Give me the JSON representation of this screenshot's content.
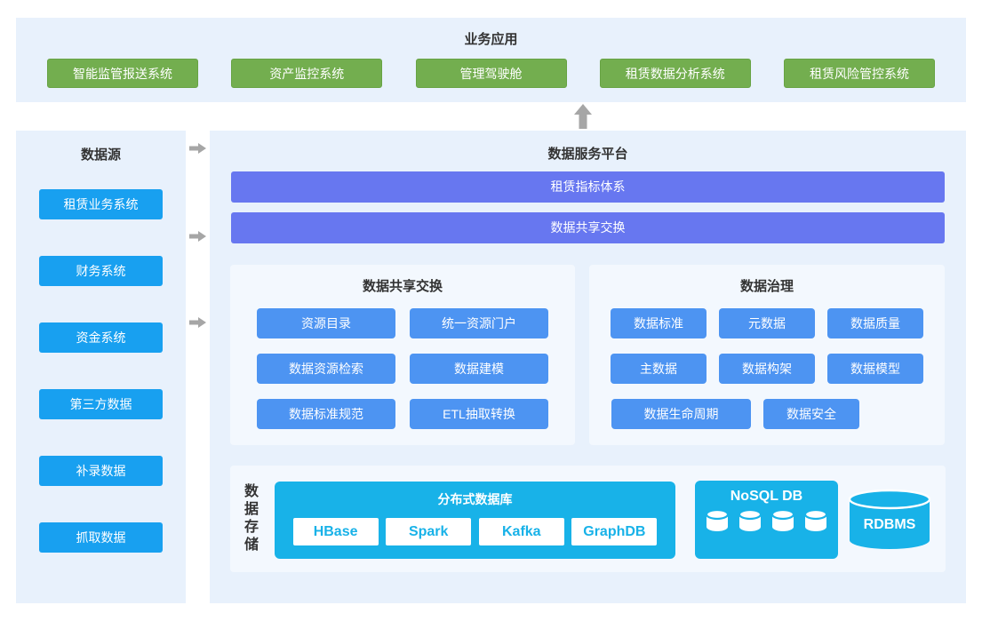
{
  "colors": {
    "panel_bg": "#e8f1fc",
    "subpanel_bg": "#f3f8fe",
    "app_green": "#73ae4f",
    "source_blue": "#18a0f0",
    "button_blue": "#4d94f2",
    "bar_purple": "#6777f0",
    "storage_cyan": "#18b2e8",
    "arrow_gray": "#a6a6a6",
    "text_dark": "#333333"
  },
  "business_apps": {
    "title": "业务应用",
    "items": [
      "智能监管报送系统",
      "资产监控系统",
      "管理驾驶舱",
      "租赁数据分析系统",
      "租赁风险管控系统"
    ]
  },
  "data_sources": {
    "title": "数据源",
    "items": [
      "租赁业务系统",
      "财务系统",
      "资金系统",
      "第三方数据",
      "补录数据",
      "抓取数据"
    ]
  },
  "platform": {
    "title": "数据服务平台",
    "bars": {
      "indicator": "租赁指标体系",
      "exchange": "数据共享交换"
    },
    "sharing": {
      "title": "数据共享交换",
      "buttons": [
        "资源目录",
        "统一资源门户",
        "数据资源检索",
        "数据建模",
        "数据标准规范",
        "ETL抽取转换"
      ]
    },
    "governance": {
      "title": "数据治理",
      "buttons": [
        "数据标准",
        "元数据",
        "数据质量",
        "主数据",
        "数据构架",
        "数据模型",
        "数据生命周期",
        "数据安全"
      ]
    },
    "storage": {
      "label": "数据存储",
      "distributed": {
        "title": "分布式数据库",
        "items": [
          "HBase",
          "Spark",
          "Kafka",
          "GraphDB"
        ]
      },
      "nosql": {
        "title": "NoSQL DB"
      },
      "rdbms": {
        "label": "RDBMS"
      }
    }
  }
}
